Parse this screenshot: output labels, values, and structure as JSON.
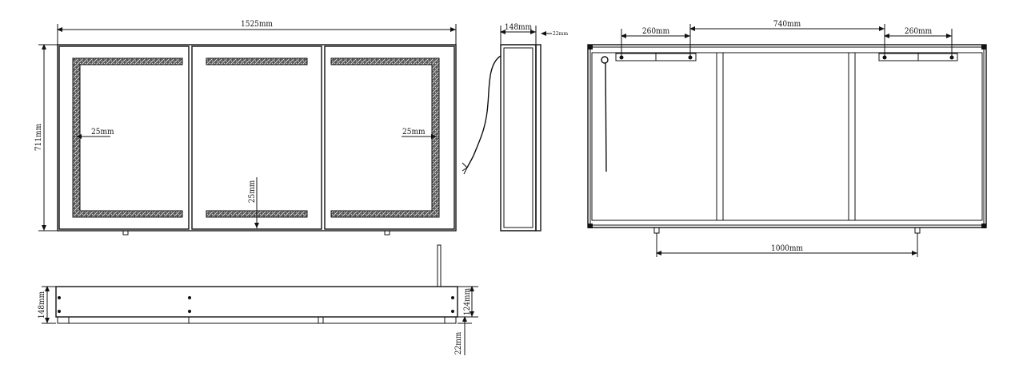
{
  "front_view": {
    "width_label": "1525mm",
    "height_label": "711mm",
    "led_left_inset": "25mm",
    "led_right_inset": "25mm",
    "led_bottom_inset": "25mm"
  },
  "side_view": {
    "depth_label": "148mm",
    "door_label": "22mm"
  },
  "back_view": {
    "bracket_left_label": "260mm",
    "bracket_spacing_label": "740mm",
    "bracket_right_label": "260mm",
    "bottom_spacing_label": "1000mm"
  },
  "top_view": {
    "depth_label": "148mm",
    "body_label": "124mm",
    "door_label": "22mm"
  }
}
